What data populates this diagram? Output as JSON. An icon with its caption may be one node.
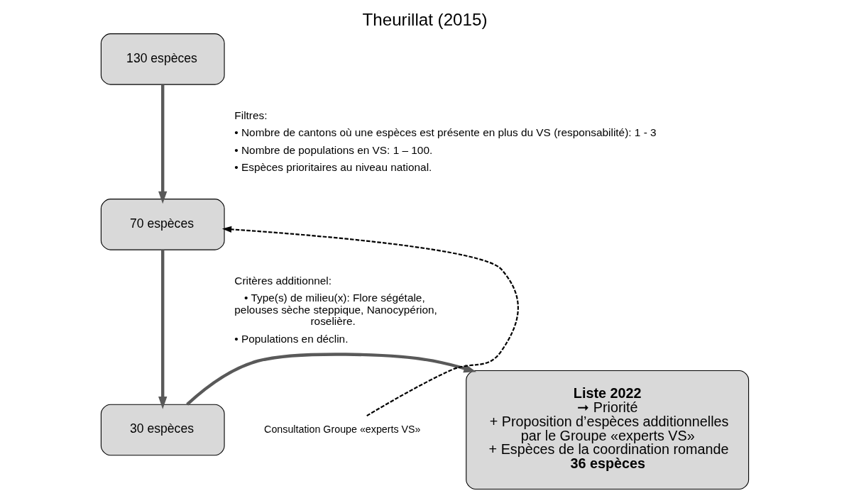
{
  "diagram": {
    "title": "Theurillat (2015)",
    "nodes": [
      {
        "text": [
          "130 espèces"
        ]
      },
      {
        "text": [
          "70 espèces"
        ]
      },
      {
        "text": [
          "30 espèces"
        ]
      },
      {
        "text": [
          "Liste 2022",
          "➞ Priorité",
          "+ Proposition d’espèces additionnelles par le Groupe «experts VS»",
          "+ Espèces de la coordination romande",
          "36 espèces"
        ]
      },
      {
        "text": [
          "Consultation Groupe «experts VS»"
        ]
      }
    ],
    "edges": [
      {
        "from": 0,
        "to": 1,
        "arrow": "to"
      },
      {
        "from": 1,
        "to": 2,
        "arrow": "to"
      },
      {
        "from": 2,
        "to": 3,
        "arrow": "to"
      },
      {
        "from": 4,
        "to": 1,
        "arrow": "to",
        "style": "dashed",
        "color": "#000000"
      }
    ],
    "labels": [
      "Filtres:",
      "• Nombre de cantons où une espèces est présente en plus du VS (responsabilité): 1 - 3",
      "• Nombre de populations en VS: 1 – 100.",
      "• Espèces prioritaires au niveau national.",
      "Critères additionnel:",
      "• Type(s) de milieu(x): Flore ségétale, pelouses sèche steppique, Nanocypérion, roselière.",
      "• Populations en déclin."
    ]
  }
}
